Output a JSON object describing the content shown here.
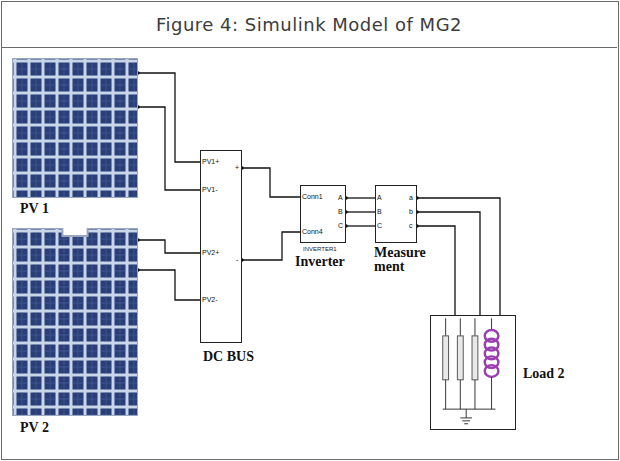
{
  "diagram": {
    "title": "Figure 4: Simulink Model of MG2",
    "nodes": [
      {
        "text": [
          "PV 1"
        ]
      },
      {
        "text": [
          "PV 2"
        ]
      },
      {
        "text": [
          "DC BUS"
        ]
      },
      {
        "text": [
          "INVERTER1",
          "Inverter"
        ]
      },
      {
        "text": [
          "Measure ment"
        ]
      },
      {
        "text": [
          "Load 2"
        ]
      }
    ],
    "edges": [
      {
        "from": 0,
        "to": 2,
        "arrow": "none"
      },
      {
        "from": 0,
        "to": 2,
        "arrow": "none"
      },
      {
        "from": 1,
        "to": 2,
        "arrow": "none"
      },
      {
        "from": 1,
        "to": 2,
        "arrow": "none"
      },
      {
        "from": 2,
        "to": 3,
        "arrow": "none"
      },
      {
        "from": 2,
        "to": 3,
        "arrow": "none"
      },
      {
        "from": 3,
        "to": 4,
        "arrow": "none"
      },
      {
        "from": 3,
        "to": 4,
        "arrow": "none"
      },
      {
        "from": 3,
        "to": 4,
        "arrow": "none"
      },
      {
        "from": 4,
        "to": 5,
        "arrow": "none"
      },
      {
        "from": 4,
        "to": 5,
        "arrow": "none"
      },
      {
        "from": 4,
        "to": 5,
        "arrow": "none"
      }
    ],
    "labels": [
      "PV1+",
      "PV1-",
      "PV2+",
      "PV2-",
      "+",
      "-",
      "Conn1",
      "Conn4",
      "A",
      "B",
      "C",
      "A",
      "B",
      "C",
      "a",
      "b",
      "c"
    ]
  }
}
